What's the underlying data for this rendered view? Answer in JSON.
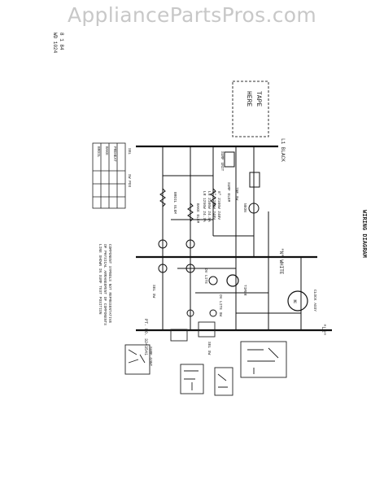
{
  "watermark": "AppliancePartsPros.com",
  "header": {
    "doc_date": "8 1 84",
    "doc_code": "WD 1024",
    "title": "WIRING DIAGRAM"
  },
  "tape_box": {
    "line1": "TAPE",
    "line2": "HERE"
  },
  "lines": {
    "black": "L1 BLACK",
    "white": "\"N\" WHITE",
    "l2": "\"L2\""
  },
  "components": {
    "surf_unit": "SURF UNIT",
    "neon": "NEON",
    "inf_sw": "INF SW",
    "surf_elem": "SURF ELEM",
    "clock": "CLOCK ASSY",
    "timer": "TIMER",
    "bake_elem": "BAKE ELEM",
    "broil_elem": "BROIL ELEM",
    "oven_lite": "OV LITE",
    "oven_light_sw": "OV LITE SW",
    "sel_sw": "SEL SW",
    "surf_cont": "SURF CONT"
  },
  "elem_ratings": [
    "8\" 2100W 240V",
    "6\" 1250W 240V",
    "LR 2100W 24.5A",
    "LR 1250W 24.7A"
  ],
  "table": {
    "headers": [
      "SEL",
      "SW POS"
    ],
    "rows": [
      "PREHEAT",
      "BAKE",
      "BROIL"
    ]
  },
  "notes": [
    "COMPONENT SYMBOLS NOT REPRESENTATIVE",
    "OF PHYSICAL ARRANGEMENT OF COMPONENTS",
    "LINE SHOWN IN SURF TEST POSITION"
  ],
  "part_number": "PT. NO. 3243541"
}
